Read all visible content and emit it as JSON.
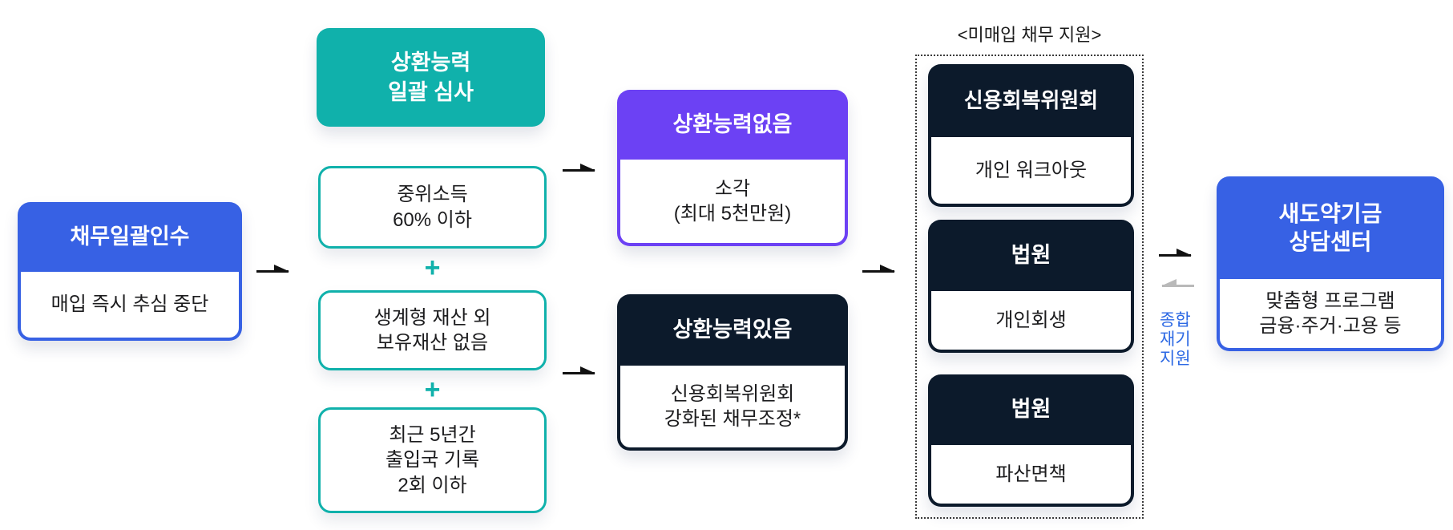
{
  "colors": {
    "blue": "#3761e4",
    "teal": "#10b1ab",
    "purple": "#6c41f4",
    "navy": "#0c1a2b",
    "side_text_blue": "#2e6ae4",
    "arrow_black": "#111111",
    "arrow_gray": "#b9b9b9"
  },
  "flow": {
    "debt_takeover": {
      "title": "채무일괄인수",
      "body": "매입 즉시 추심 중단"
    },
    "screening": {
      "title": "상환능력\n일괄 심사"
    },
    "plus": "+",
    "conditions": [
      {
        "text": "중위소득\n60% 이하"
      },
      {
        "text": "생계형 재산 외\n보유재산 없음"
      },
      {
        "text": "최근 5년간\n출입국 기록\n2회 이하"
      }
    ],
    "no_ability": {
      "title": "상환능력없음",
      "body": "소각\n(최대 5천만원)"
    },
    "has_ability": {
      "title": "상환능력있음",
      "body": "신용회복위원회\n강화된 채무조정*"
    },
    "unpurchased": {
      "label": "<미매입 채무 지원>",
      "boxes": [
        {
          "title": "신용회복위원회",
          "body": "개인 워크아웃"
        },
        {
          "title": "법원",
          "body": "개인회생"
        },
        {
          "title": "법원",
          "body": "파산면책"
        }
      ]
    },
    "side_label": "종합\n재기\n지원",
    "counseling_center": {
      "title": "새도약기금\n상담센터",
      "body": "맞춤형 프로그램\n금융·주거·고용 등"
    }
  },
  "icons": {
    "forward": "arrow-right",
    "back": "arrow-left"
  }
}
